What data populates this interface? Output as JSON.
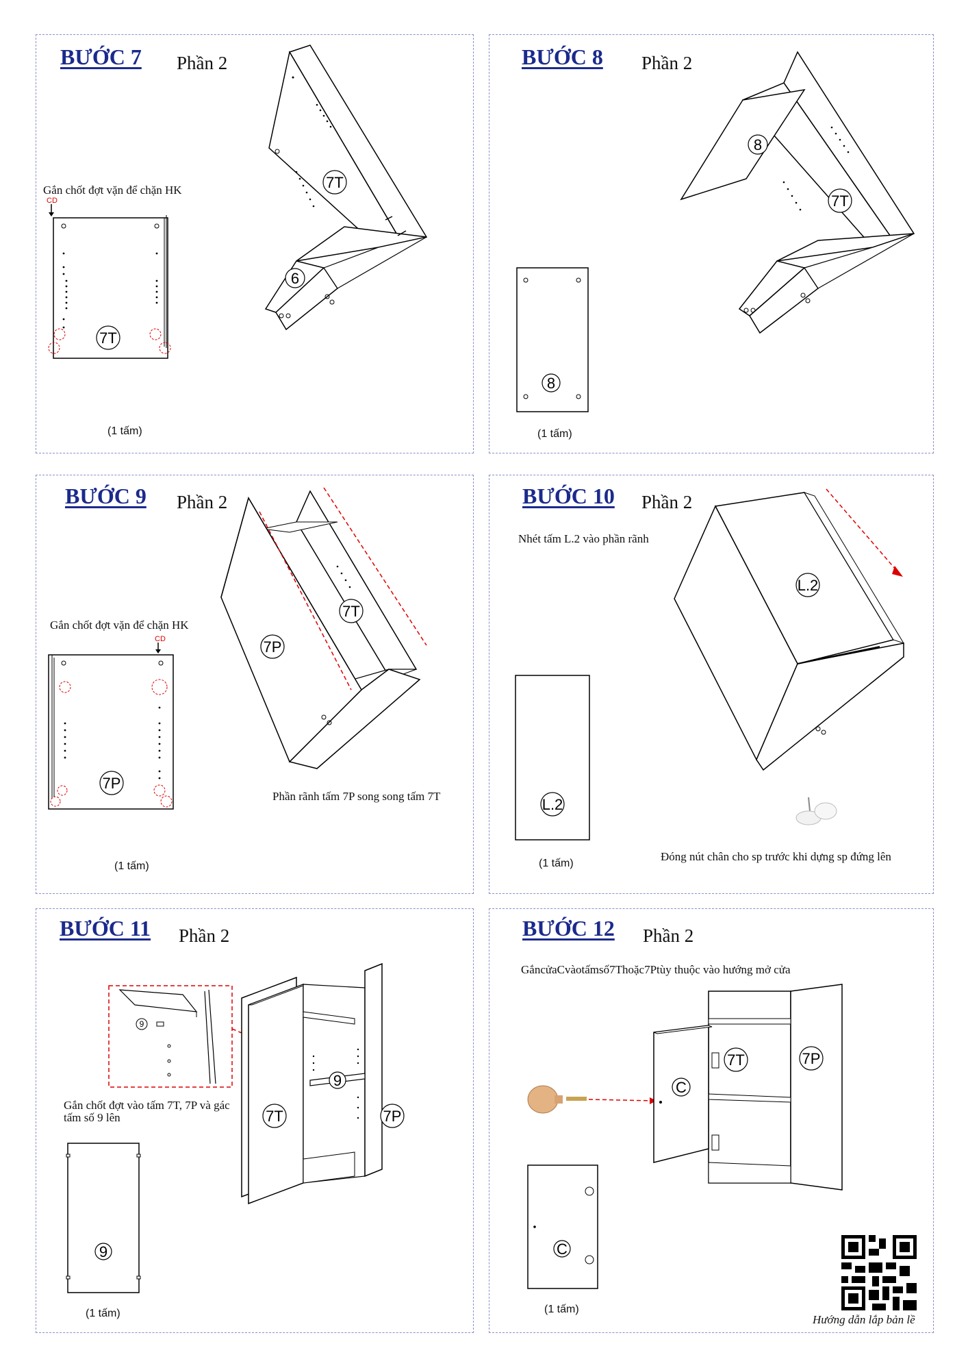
{
  "colors": {
    "heading": "#1b2a8c",
    "border": "#8a8fc8",
    "marker": "#d00000"
  },
  "panels": [
    {
      "step": "BƯỚC 7",
      "part": "Phần 2",
      "note": "Gắn chốt đợt vặn để chặn HK",
      "marker": "CD",
      "piece": "7T",
      "assembly": [
        "7T",
        "6"
      ],
      "qty": "(1 tấm)"
    },
    {
      "step": "BƯỚC 8",
      "part": "Phần 2",
      "piece": "8",
      "assembly": [
        "8",
        "7T"
      ],
      "qty": "(1 tấm)"
    },
    {
      "step": "BƯỚC 9",
      "part": "Phần 2",
      "note": "Gắn chốt đợt vặn để chặn HK",
      "marker": "CD",
      "piece": "7P",
      "assembly": [
        "7P",
        "7T"
      ],
      "note2": "Phần rãnh tấm 7P song song tấm 7T",
      "qty": "(1 tấm)"
    },
    {
      "step": "BƯỚC 10",
      "part": "Phần 2",
      "note": "Nhét tấm L.2 vào phần rãnh",
      "piece": "L.2",
      "assembly": [
        "L.2"
      ],
      "note2": "Đóng nút chân cho sp trước khi dựng sp đứng lên",
      "qty": "(1 tấm)"
    },
    {
      "step": "BƯỚC 11",
      "part": "Phần 2",
      "note": "Gắn chốt đợt vào tấm 7T, 7P và gác tấm số 9 lên",
      "piece": "9",
      "assembly": [
        "9",
        "7T",
        "7P"
      ],
      "detail": "9",
      "qty": "(1 tấm)"
    },
    {
      "step": "BƯỚC 12",
      "part": "Phần 2",
      "note": "GắncửaCvàotấmsố7Thoặc7Ptùy thuộc vào hướng mở cửa",
      "piece": "C",
      "assembly": [
        "C",
        "7T",
        "7P"
      ],
      "qty": "(1 tấm)",
      "caption": "Hướng dẫn lắp bản lề"
    }
  ]
}
